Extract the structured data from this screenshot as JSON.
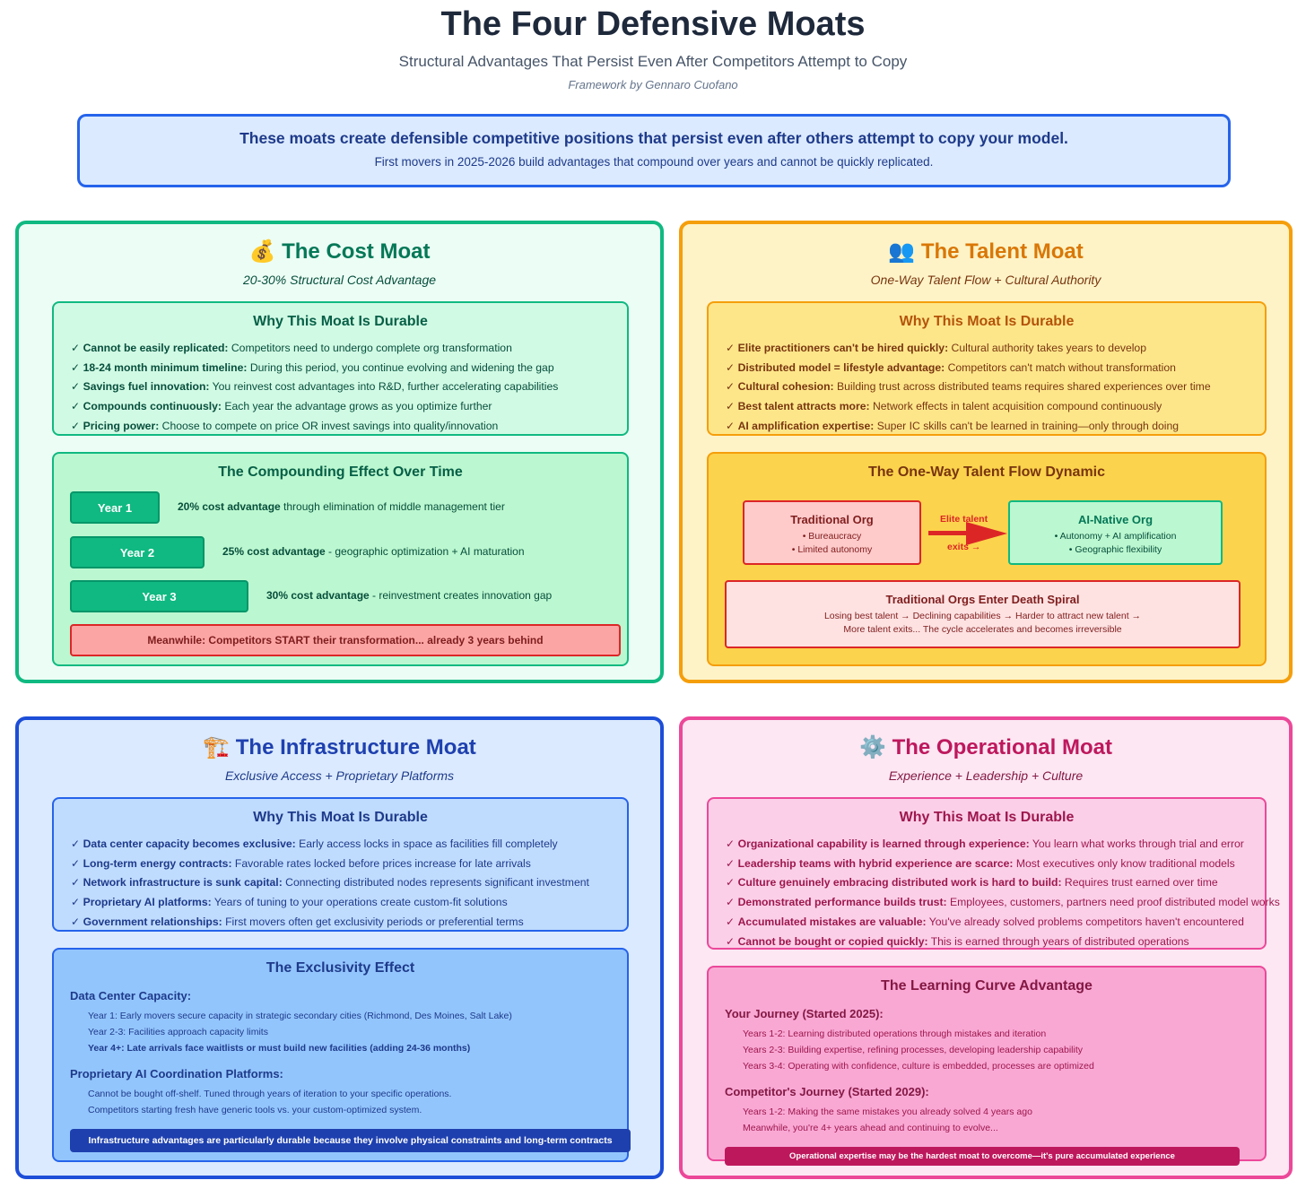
{
  "header": {
    "title": "The Four Defensive Moats",
    "subtitle": "Structural Advantages That Persist Even After Competitors Attempt to Copy",
    "credit": "Framework by Gennaro Cuofano"
  },
  "intro": {
    "headline": "These moats create defensible competitive positions that persist even after others attempt to copy your model.",
    "text": "First movers in 2025-2026 build advantages that compound over years and cannot be quickly replicated."
  },
  "colors": {
    "cost": "#10b981",
    "talent": "#f59e0b",
    "infrastructure": "#2563eb",
    "operational": "#ec4899"
  },
  "cost": {
    "icon": "money-bag",
    "title": "The Cost Moat",
    "subtitle": "20-30% Structural Cost Advantage",
    "durable_title": "Why This Moat Is Durable",
    "durable": [
      {
        "b": "Cannot be easily replicated:",
        "t": " Competitors need to undergo complete org transformation"
      },
      {
        "b": "18-24 month minimum timeline:",
        "t": " During this period, you continue evolving and widening the gap"
      },
      {
        "b": "Savings fuel innovation:",
        "t": " You reinvest cost advantages into R&D, further accelerating capabilities"
      },
      {
        "b": "Compounds continuously:",
        "t": " Each year the advantage grows as you optimize further"
      },
      {
        "b": "Pricing power:",
        "t": " Choose to compete on price OR invest savings into quality/innovation"
      }
    ],
    "compound_title": "The Compounding Effect Over Time",
    "years": [
      {
        "label": "Year 1",
        "b": "20% cost advantage",
        "t": " through elimination of middle management tier"
      },
      {
        "label": "Year 2",
        "b": "25% cost advantage",
        "t": " - geographic optimization + AI maturation"
      },
      {
        "label": "Year 3",
        "b": "30% cost advantage",
        "t": " - reinvestment creates innovation gap"
      }
    ],
    "banner": "Meanwhile: Competitors START their transformation... already 3 years behind"
  },
  "talent": {
    "icon": "people",
    "title": "The Talent Moat",
    "subtitle": "One-Way Talent Flow + Cultural Authority",
    "durable_title": "Why This Moat Is Durable",
    "durable": [
      {
        "b": "Elite practitioners can't be hired quickly:",
        "t": " Cultural authority takes years to develop"
      },
      {
        "b": "Distributed model = lifestyle advantage:",
        "t": " Competitors can't match without transformation"
      },
      {
        "b": "Cultural cohesion:",
        "t": " Building trust across distributed teams requires shared experiences over time"
      },
      {
        "b": "Best talent attracts more:",
        "t": " Network effects in talent acquisition compound continuously"
      },
      {
        "b": "AI amplification expertise:",
        "t": " Super IC skills can't be learned in training—only through doing"
      }
    ],
    "flow_title": "The One-Way Talent Flow Dynamic",
    "traditional": {
      "title": "Traditional Org",
      "items": [
        "• Bureaucracy",
        "• Limited autonomy"
      ]
    },
    "arrow": {
      "top": "Elite talent",
      "bottom": "exits →"
    },
    "ainative": {
      "title": "AI-Native Org",
      "items": [
        "• Autonomy + AI amplification",
        "• Geographic flexibility"
      ]
    },
    "spiral": {
      "title": "Traditional Orgs Enter Death Spiral",
      "line1": "Losing best talent → Declining capabilities → Harder to attract new talent →",
      "line2": "More talent exits... The cycle accelerates and becomes irreversible"
    }
  },
  "infrastructure": {
    "icon": "construction-crane",
    "title": "The Infrastructure Moat",
    "subtitle": "Exclusive Access + Proprietary Platforms",
    "durable_title": "Why This Moat Is Durable",
    "durable": [
      {
        "b": "Data center capacity becomes exclusive:",
        "t": " Early access locks in space as facilities fill completely"
      },
      {
        "b": "Long-term energy contracts:",
        "t": " Favorable rates locked before prices increase for late arrivals"
      },
      {
        "b": "Network infrastructure is sunk capital:",
        "t": " Connecting distributed nodes represents significant investment"
      },
      {
        "b": "Proprietary AI platforms:",
        "t": " Years of tuning to your operations create custom-fit solutions"
      },
      {
        "b": "Government relationships:",
        "t": " First movers often get exclusivity periods or preferential terms"
      }
    ],
    "effect_title": "The Exclusivity Effect",
    "dc_title": "Data Center Capacity:",
    "dc": [
      "Year 1: Early movers secure capacity in strategic secondary cities (Richmond, Des Moines, Salt Lake)",
      "Year 2-3: Facilities approach capacity limits",
      "Year 4+: Late arrivals face waitlists or must build new facilities (adding 24-36 months)"
    ],
    "ai_title": "Proprietary AI Coordination Platforms:",
    "ai": [
      "Cannot be bought off-shelf. Tuned through years of iteration to your specific operations.",
      "Competitors starting fresh have generic tools vs. your custom-optimized system."
    ],
    "banner": "Infrastructure advantages are particularly durable because they involve physical constraints and long-term contracts"
  },
  "operational": {
    "icon": "gear",
    "title": "The Operational Moat",
    "subtitle": "Experience + Leadership + Culture",
    "durable_title": "Why This Moat Is Durable",
    "durable": [
      {
        "b": "Organizational capability is learned through experience:",
        "t": " You learn what works through trial and error"
      },
      {
        "b": "Leadership teams with hybrid experience are scarce:",
        "t": " Most executives only know traditional models"
      },
      {
        "b": "Culture genuinely embracing distributed work is hard to build:",
        "t": " Requires trust earned over time"
      },
      {
        "b": "Demonstrated performance builds trust:",
        "t": " Employees, customers, partners need proof distributed model works"
      },
      {
        "b": "Accumulated mistakes are valuable:",
        "t": " You've already solved problems competitors haven't encountered"
      },
      {
        "b": "Cannot be bought or copied quickly:",
        "t": " This is earned through years of distributed operations"
      }
    ],
    "curve_title": "The Learning Curve Advantage",
    "yours_title": "Your Journey (Started 2025):",
    "yours": [
      "Years 1-2: Learning distributed operations through mistakes and iteration",
      "Years 2-3: Building expertise, refining processes, developing leadership capability",
      "Years 3-4: Operating with confidence, culture is embedded, processes are optimized"
    ],
    "comp_title": "Competitor's Journey (Started 2029):",
    "comp": [
      "Years 1-2: Making the same mistakes you already solved 4 years ago",
      "Meanwhile, you're 4+ years ahead and continuing to evolve..."
    ],
    "banner": "Operational expertise may be the hardest moat to overcome—it's pure accumulated experience"
  }
}
